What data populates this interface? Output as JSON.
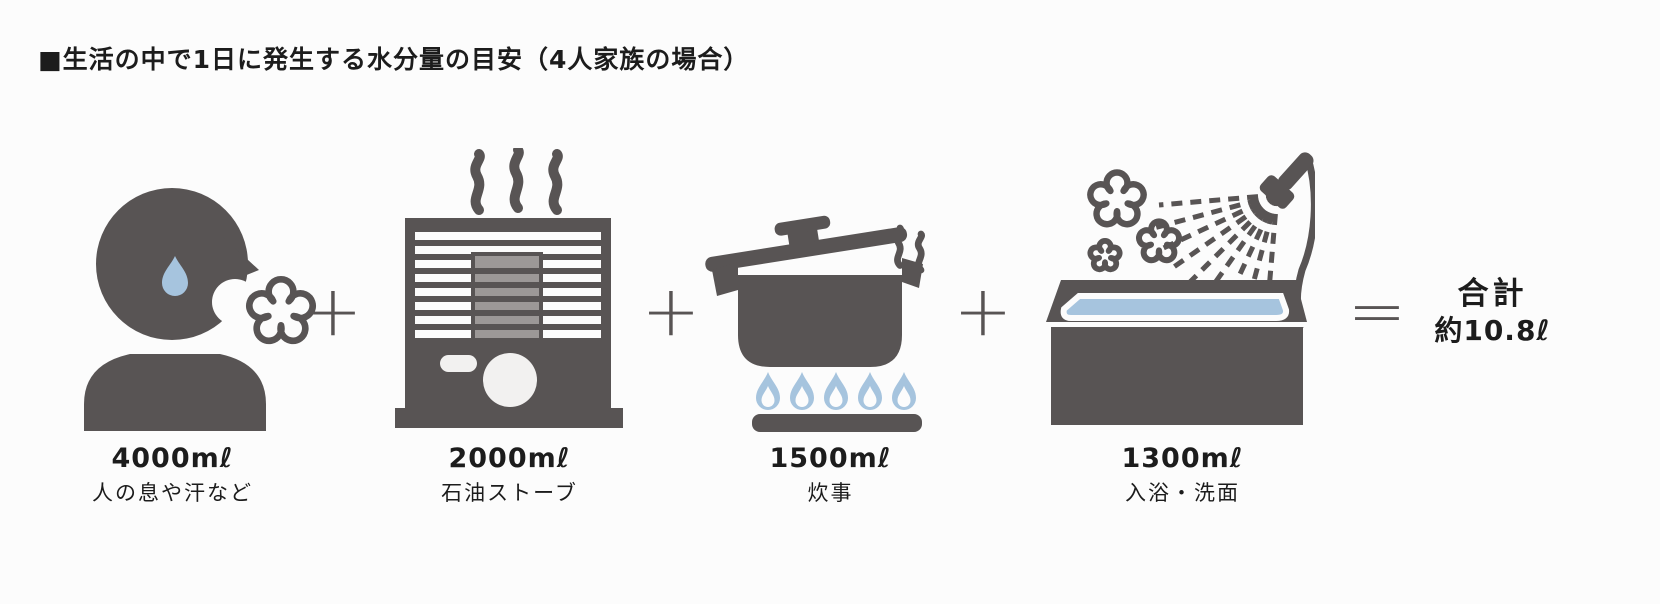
{
  "title": "■生活の中で1日に発生する水分量の目安（4人家族の場合）",
  "items": [
    {
      "icon": "person-breath-icon",
      "amount": "4000mℓ",
      "label": "人の息や汗など"
    },
    {
      "icon": "kerosene-stove-icon",
      "amount": "2000mℓ",
      "label": "石油ストーブ"
    },
    {
      "icon": "cooking-pot-icon",
      "amount": "1500mℓ",
      "label": "炊事"
    },
    {
      "icon": "bathtub-shower-icon",
      "amount": "1300mℓ",
      "label": "入浴・洗面"
    }
  ],
  "operators": {
    "plus": "+",
    "equals": "="
  },
  "total": {
    "label": "合計",
    "value": "約10.8ℓ"
  },
  "colors": {
    "dark_gray": "#585454",
    "light_blue": "#a6c4de",
    "panel_gray": "#9c9897",
    "knob_white": "#f2f1f0",
    "text": "#1c1c1c",
    "background": "#fcfcfc"
  }
}
